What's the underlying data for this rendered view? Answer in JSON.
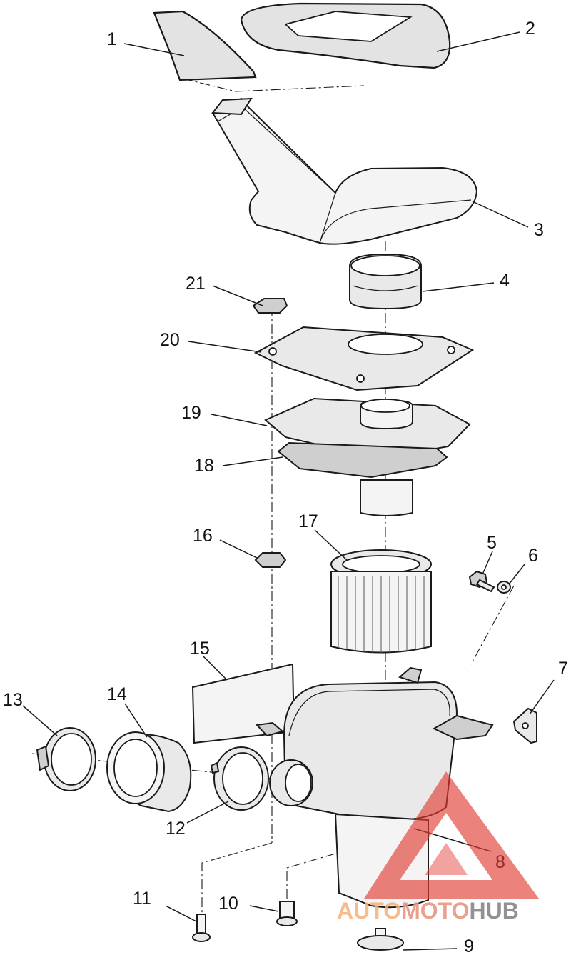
{
  "callouts": [
    {
      "id": "1",
      "label": "1"
    },
    {
      "id": "2",
      "label": "2"
    },
    {
      "id": "3",
      "label": "3"
    },
    {
      "id": "4",
      "label": "4"
    },
    {
      "id": "5",
      "label": "5"
    },
    {
      "id": "6",
      "label": "6"
    },
    {
      "id": "7",
      "label": "7"
    },
    {
      "id": "8",
      "label": "8"
    },
    {
      "id": "9",
      "label": "9"
    },
    {
      "id": "10",
      "label": "10"
    },
    {
      "id": "11",
      "label": "11"
    },
    {
      "id": "12",
      "label": "12"
    },
    {
      "id": "13",
      "label": "13"
    },
    {
      "id": "14",
      "label": "14"
    },
    {
      "id": "15",
      "label": "15"
    },
    {
      "id": "16",
      "label": "16"
    },
    {
      "id": "17",
      "label": "17"
    },
    {
      "id": "18",
      "label": "18"
    },
    {
      "id": "19",
      "label": "19"
    },
    {
      "id": "20",
      "label": "20"
    },
    {
      "id": "21",
      "label": "21"
    }
  ],
  "watermark": {
    "part1": "AUTO",
    "part2": "MOTO",
    "part3": "HUB",
    "colors": {
      "logo": "#e23b32",
      "auto": "#f6b07a",
      "moto": "#e8907a",
      "hub": "#7f7f7f"
    }
  }
}
